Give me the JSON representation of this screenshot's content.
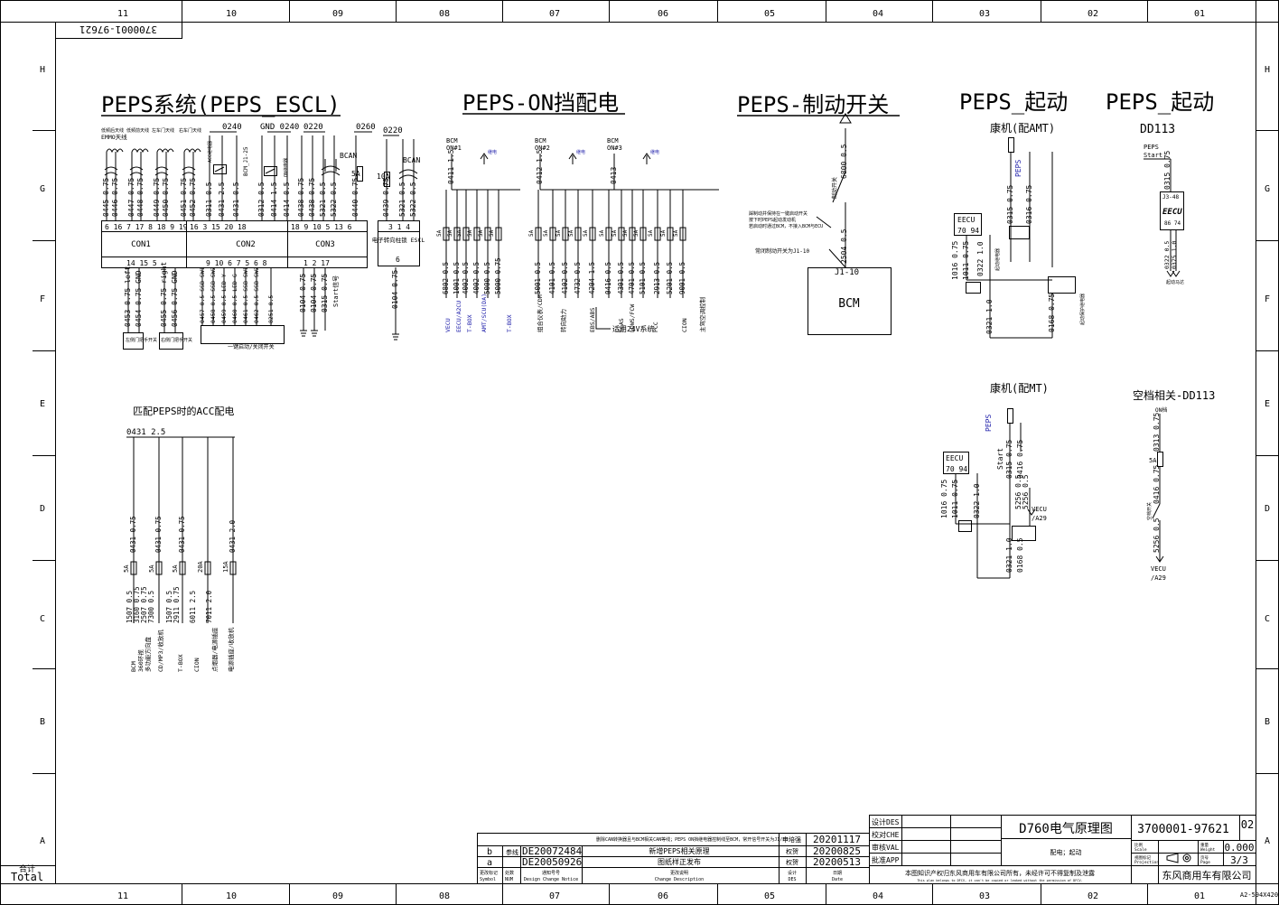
{
  "frame": {
    "columns": [
      "11",
      "10",
      "09",
      "08",
      "07",
      "06",
      "05",
      "04",
      "03",
      "02",
      "01"
    ],
    "rows": [
      "H",
      "G",
      "F",
      "E",
      "D",
      "C",
      "B",
      "A"
    ],
    "drawing_no_rotated": "3700001-97621",
    "total_label": "合计",
    "total_label_en": "Total",
    "sheet_size": "A2-594X420"
  },
  "sections": {
    "escl": {
      "title": "PEPS系统(PEPS_ESCL)"
    },
    "on": {
      "title": "PEPS-ON挡配电"
    },
    "brake": {
      "title": "PEPS-制动开关"
    },
    "start_amt": {
      "title": "PEPS_起动",
      "sub": "康机(配AMT)"
    },
    "start_dd": {
      "title": "PEPS_起动",
      "sub": "DD113"
    },
    "start_mt": {
      "sub": "康机(配MT)"
    },
    "neutral": {
      "sub": "空档相关-DD113"
    },
    "acc": {
      "title": "匹配PEPS时的ACC配电"
    }
  },
  "escl": {
    "antennas": [
      "低频后天线",
      "低频前天线",
      "左车门天线",
      "右车门天线"
    ],
    "antenna_top": "EMMO天线",
    "antenna_wires": [
      "0445 0.75",
      "0446 0.75",
      "0447 0.75",
      "0448 0.75",
      "0449 0.75",
      "0450 0.75",
      "0451 0.75",
      "0452 0.75"
    ],
    "bus_labels": [
      "0240",
      "GND 0240",
      "0220",
      "0260",
      "0220"
    ],
    "con_labels": [
      "CON1",
      "CON2",
      "CON3"
    ],
    "con1_pins_top": "6 16  7 17  8 18  9 19",
    "con1_pins_bot": "14      15  5",
    "con2_pins_top": "16  3   15 20 18",
    "con2_pins_bot": "9 10   6  7 5  6  8",
    "con3_pins_top": "18  9 10 5 13  6",
    "con3_pins_bot": "1  2  17",
    "con2_wires": [
      "0311 0.5",
      "0431 2.5",
      "0431 0.5",
      "0312 0.5",
      "0414 1.5",
      "0414 0.5"
    ],
    "con3_wires": [
      "0438 0.75",
      "0438 0.75",
      "5321 0.5",
      "5322 0.5",
      "0440 0.75"
    ],
    "relay_labels": [
      "ACC继电器",
      "BCM_J1-25",
      "ON继电器"
    ],
    "bcan": "BCAN",
    "fuse_label": "5A",
    "escl_box": "电子转向柱锁\nESCL",
    "escl_pins": "3   1  4",
    "escl_pin6": "6",
    "escl_wires": [
      "0439 0.75",
      "5321 0.5",
      "5322 0.5"
    ],
    "escl_fuse": "10A",
    "escl_bot_wire": "0104 0.75",
    "bot_wires": [
      "0453 0.75 left",
      "0454 0.75 GND",
      "0455 0.75 right",
      "0456 0.75 GND"
    ],
    "door_switch": [
      "左侧门把手开关",
      "右侧门把手开关"
    ],
    "led_wires": [
      "0457 0.5 SSB SW1",
      "0458 0.5 SSB SW2",
      "0459 0.5 LED Y",
      "0460 0.5 LED G",
      "0461 0.5 SSB SW1",
      "0462 0.5 SSB SW2",
      "8251 0.5"
    ],
    "ssb_label": "一键启动/关闭开关",
    "con3_bot_wires": [
      "0104 0.75",
      "0104 0.75",
      "0315 0.75"
    ],
    "start_sig": "Start信号"
  },
  "on": {
    "groups": [
      {
        "head": "BCM\nON#1",
        "wire": "0411 1.5",
        "relay": "继电",
        "drops": [
          "6802 0.5",
          "1001 0.5",
          "4002 0.5",
          "4002 0.5",
          "5000 0.5",
          "5000 0.75"
        ],
        "dests": [
          "VECU",
          "EECU/A2CU",
          "T-BOX",
          "AMT/SCU(DA)",
          "T-BOX"
        ]
      },
      {
        "head": "BCM\nON#2",
        "wire": "0412 1.5",
        "relay": "继电",
        "drops": [
          "5001 0.5",
          "4101 0.5",
          "4102 0.5",
          "4732 0.5",
          "4204 1.5"
        ],
        "dests": [
          "组合仪表/CDM",
          "转向助力",
          "EBS/ABS"
        ]
      },
      {
        "head": "BCM\nON#3",
        "wire": "0413",
        "relay": "继电",
        "drops": [
          "0416 0.5",
          "4301 0.5",
          "4701 0.5",
          "5101 0.5",
          "2913 0.5",
          "5201 0.5",
          "9001 0.5"
        ],
        "dests": [
          "ECAS",
          "LDWS/FCW",
          "PCC",
          "CION",
          "主驾空调控制"
        ]
      }
    ],
    "fuse": "5A",
    "note_24v": "适用24V系统"
  },
  "brake": {
    "wire_top": "6800 0.5",
    "switch": "制动开关",
    "note1": "踩制动并保持在一键启动开关",
    "note2": "按下时PEPS起动发动机",
    "note3": "若启动时通过BCM，不接入BCM与ECU",
    "wire_bcm": "2504 0.5",
    "pin_note": "常闭制动开关为J1-10",
    "pin": "J1-10",
    "bcm": "BCM"
  },
  "start_amt": {
    "peps": "PEPS",
    "eecu": "EECU\n70 94",
    "wires": [
      "0315 0.75",
      "0316 0.75",
      "1016 0.75",
      "1011 0.75",
      "0322 1.0",
      "0321 1.0",
      "0168 0.75"
    ],
    "relay1": "起动继电器",
    "relay2": "起动保护继电器"
  },
  "start_dd": {
    "peps_start": "PEPS\nStart",
    "wire1": "0315 0.75",
    "eecu_pins": "J3-48",
    "eecu": "EECU",
    "eecu_nums": "86 74",
    "wire2": "0322 0.5",
    "wire3": "0375 1.0",
    "note": "起动马达"
  },
  "start_mt": {
    "peps": "PEPS",
    "start": "Start",
    "eecu": "EECU\n70 94",
    "wires": [
      "0315 0.75",
      "0416 0.75",
      "1016 0.75",
      "1011 0.75",
      "0322 1.0",
      "5256 0.5",
      "5256 0.5",
      "0321 1.0",
      "0168 0.5"
    ],
    "vecu": "VECU\n/A29"
  },
  "neutral": {
    "on": "ON档",
    "fuse": "5A",
    "wire1": "0313 0.75",
    "wire2": "0416 0.75",
    "switch": "空档开关",
    "wire3": "5256 0.5",
    "vecu": "VECU\n/A29"
  },
  "acc": {
    "bus_wire": "0431 2.5",
    "wires": [
      "0431 0.75",
      "0431 0.75",
      "0431 0.75",
      "0431 2.0"
    ],
    "fuses": [
      "5A",
      "5A",
      "5A",
      "20A",
      "15A"
    ],
    "drops": [
      "1507 0.5",
      "3160 0.75",
      "2507 0.75",
      "7300 0.5",
      "1507 0.5",
      "2911 0.75",
      "6011 2.5",
      "7011 2.0"
    ],
    "dests": [
      "BCM",
      "360环视",
      "多功能方向盘",
      "CD/MP3/收放机",
      "T-BOX",
      "CION",
      "点烟器/电源插座",
      "电源插座/收放机"
    ]
  },
  "titleblock": {
    "rev_notes": [
      {
        "code": "b",
        "tag": "参线",
        "ecn": "DE20072484",
        "desc": "新增PEPS相关原理",
        "by": "权贺",
        "date": "20200825"
      },
      {
        "code": "a",
        "tag": "",
        "ecn": "DE20050926",
        "desc": "图纸样正发布",
        "by": "权贺",
        "date": "20200513"
      }
    ],
    "top_note": "删除CAN转换器且与BCM相关CAN等线；PEPS ON挡继电器控制线至BCM，常开信号开关为J1/10",
    "top_by": "申培强",
    "top_date": "20201117",
    "head_sym": "更改标记\nSymbol",
    "head_num": "处数\nNUM",
    "head_notice": "通知号号\nDesign Change Notice",
    "head_desc": "更改说明\nChange Description",
    "head_des": "设计\nDES",
    "head_date": "日期\nDate",
    "design": "设计DES",
    "check": "校对CHE",
    "verify": "审核VAL",
    "approve": "批准APP",
    "model": "D760电气原理图",
    "content": "配电；起动",
    "drawing_no": "3700001-97621",
    "rev": "02",
    "weight_label": "重量\nWeight",
    "weight": "0.000",
    "scale_label": "比例\nScale",
    "proj_label": "视图标记\nProjection",
    "page_label": "页号\nPage",
    "page": "3/3",
    "copyright": "本图知识产权归东风商用车有限公司所有，未经许可不得复制及泄露",
    "copyright_en": "This plan belongs to DFCV, it can't be copied or leaked without the permission of DFCV.",
    "company": "东风商用车有限公司"
  }
}
